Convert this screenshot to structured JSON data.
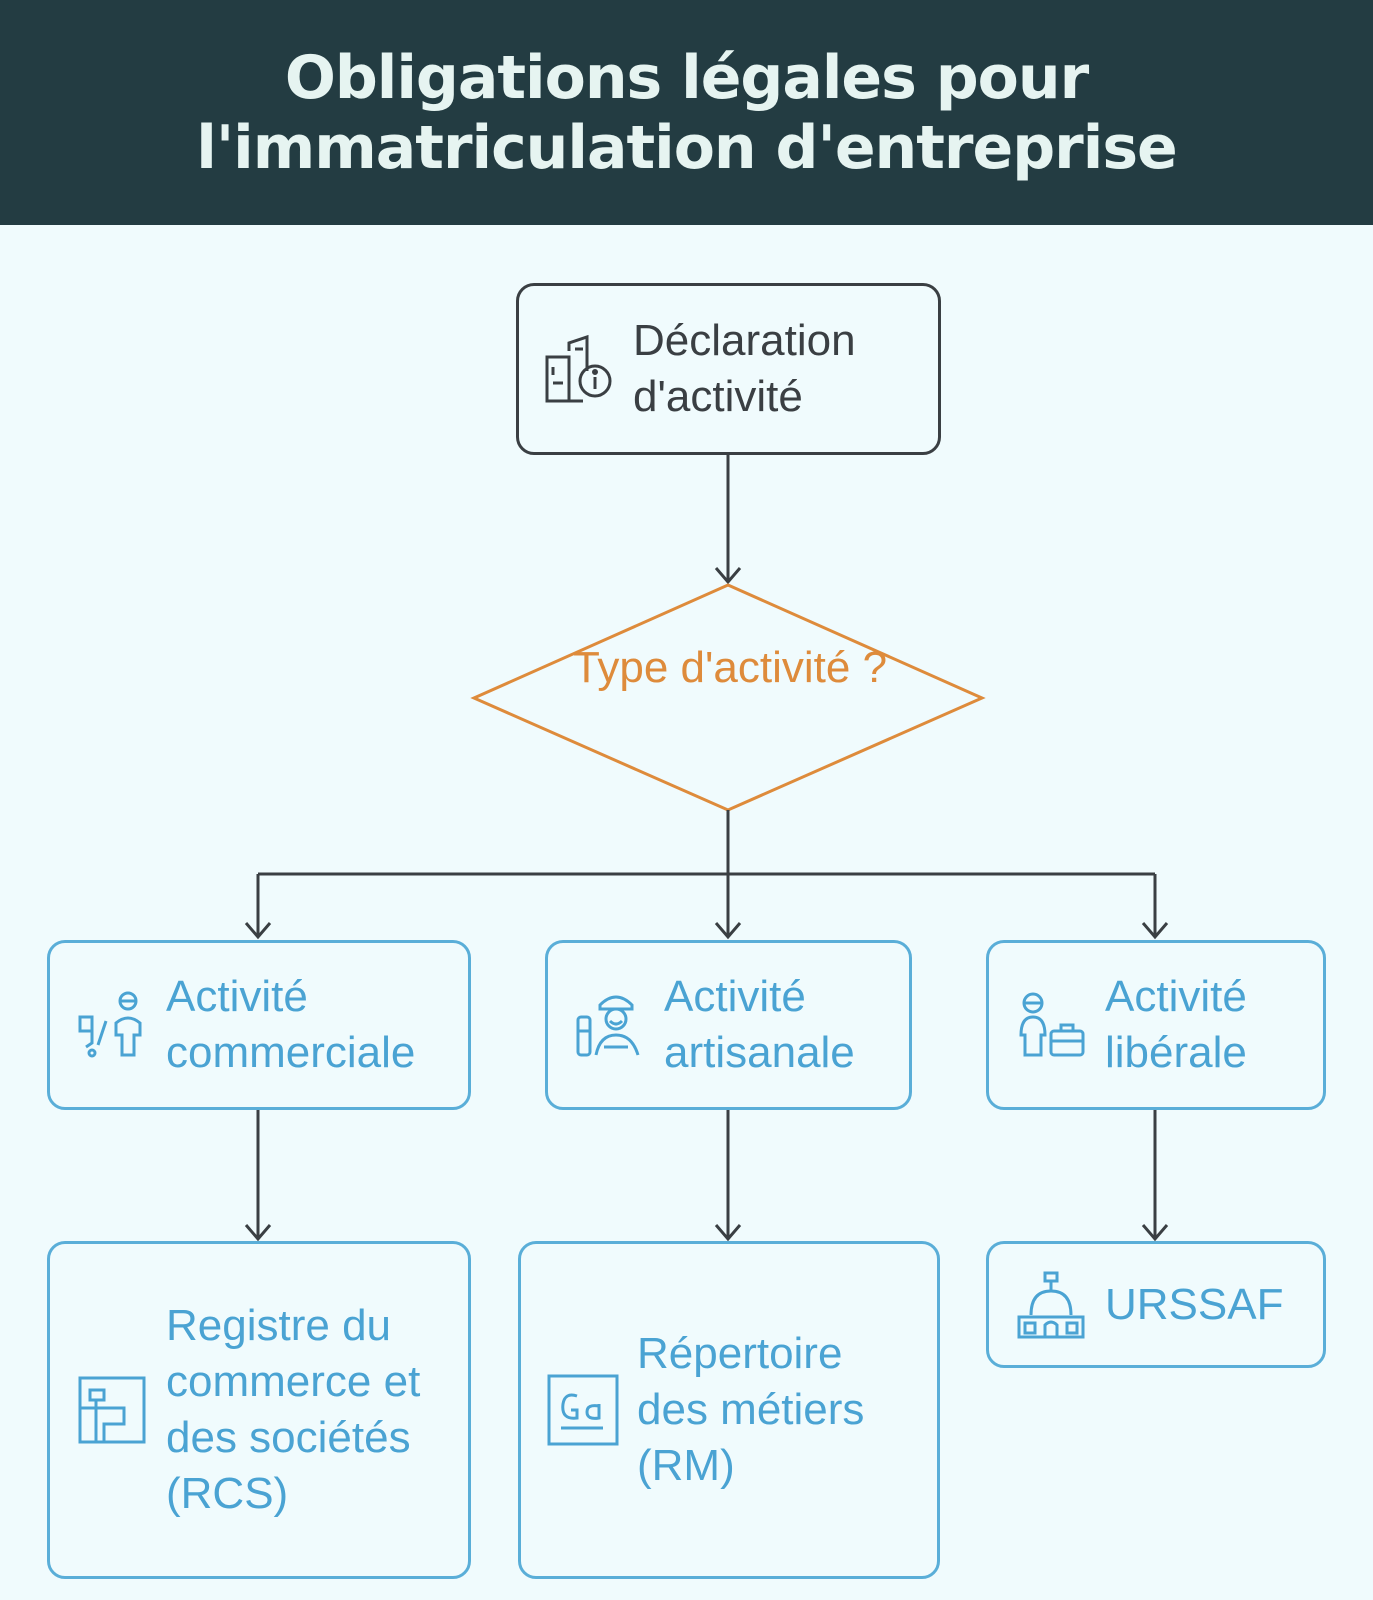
{
  "title": "Obligations légales pour l'immatriculation d'entreprise",
  "diagram": {
    "start": {
      "label": "Déclaration d'activité",
      "icon": "building-info-icon"
    },
    "decision": {
      "label": "Type d'activité ?"
    },
    "activities": [
      {
        "label": "Activité commerciale",
        "icon": "merchant-cart-icon"
      },
      {
        "label": "Activité artisanale",
        "icon": "craftsman-tools-icon"
      },
      {
        "label": "Activité libérale",
        "icon": "professional-briefcase-icon"
      }
    ],
    "registries": [
      {
        "label": "Registre du commerce et des sociétés (RCS)",
        "icon": "registry-icon"
      },
      {
        "label": "Répertoire des métiers (RM)",
        "icon": "directory-icon"
      },
      {
        "label": "URSSAF",
        "icon": "government-building-icon"
      }
    ]
  },
  "colors": {
    "header_bg": "#233c42",
    "header_text": "#e6f4f1",
    "background": "#f0fbfd",
    "node_blue": "#4aa3d3",
    "decision_orange": "#de8b3b",
    "line_dark": "#3a3f43"
  }
}
